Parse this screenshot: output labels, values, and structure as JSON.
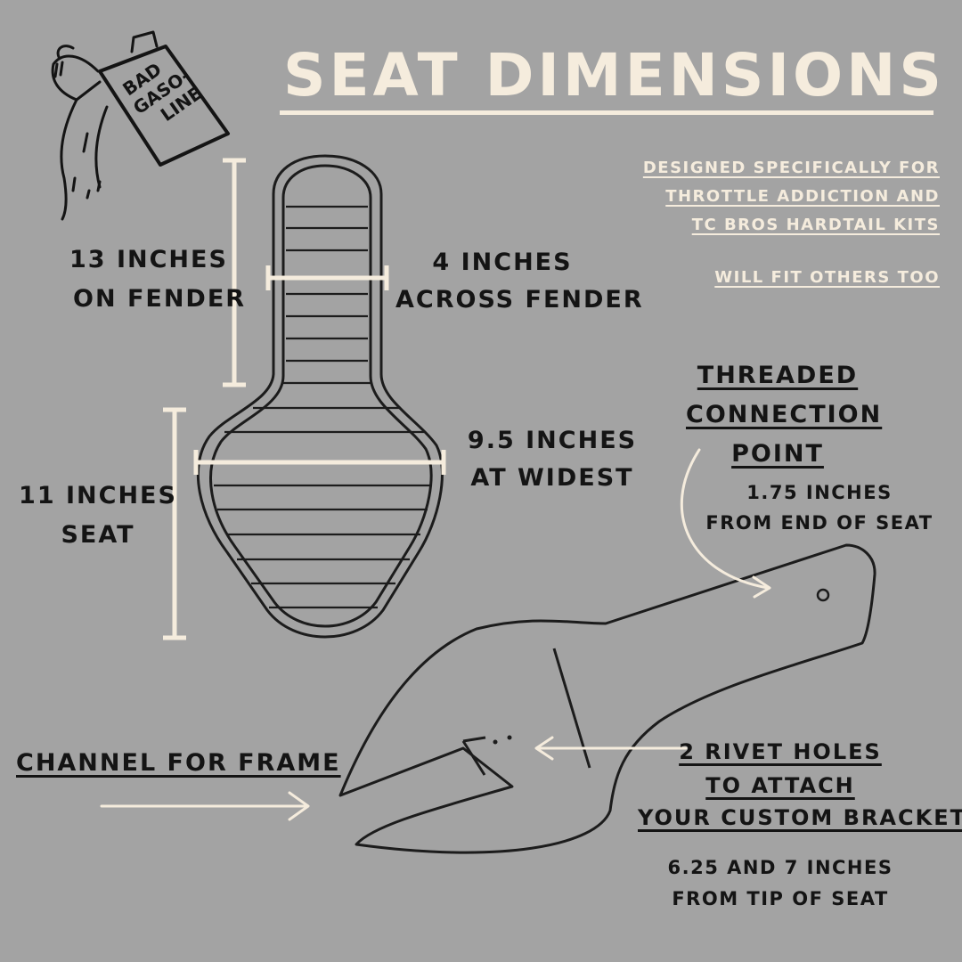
{
  "title": "SEAT DIMENSIONS",
  "logo": {
    "text": [
      "BAD",
      "GASO-",
      "LINE"
    ]
  },
  "description": {
    "lines": [
      "DESIGNED SPECIFICALLY FOR",
      "THROTTLE ADDICTION AND",
      "TC BROS HARDTAIL KITS"
    ],
    "note": "WILL FIT OTHERS TOO"
  },
  "dimensions": {
    "fender_length": [
      "13 INCHES",
      "ON FENDER"
    ],
    "fender_width": [
      "4 INCHES",
      "ACROSS FENDER"
    ],
    "widest": [
      "9.5 INCHES",
      "AT WIDEST"
    ],
    "seat_length": [
      "11 INCHES",
      "SEAT"
    ]
  },
  "threaded": {
    "title": [
      "THREADED",
      "CONNECTION",
      "POINT"
    ],
    "detail": [
      "1.75 INCHES",
      "FROM END OF SEAT"
    ]
  },
  "channel": {
    "label": "CHANNEL FOR FRAME"
  },
  "rivets": {
    "title": [
      "2 RIVET HOLES",
      "TO ATTACH",
      "YOUR CUSTOM BRACKET"
    ],
    "detail": [
      "6.25 AND 7 INCHES",
      "FROM TIP OF SEAT"
    ]
  },
  "colors": {
    "background": "#a3a3a3",
    "cream": "#f5ecdd",
    "ink": "#141414"
  }
}
